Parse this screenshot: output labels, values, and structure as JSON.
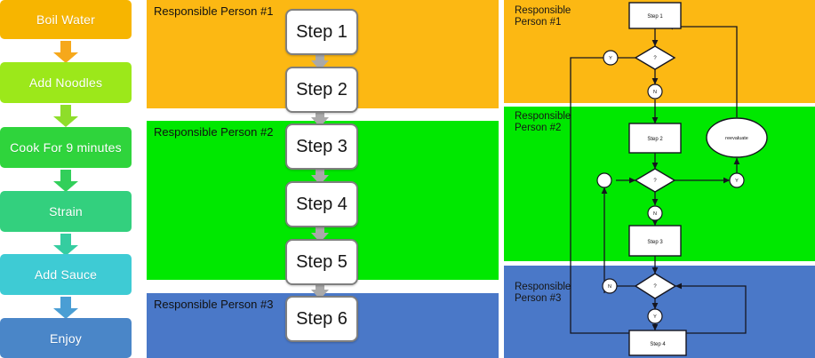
{
  "recipe_flow": {
    "name": "recipe-vertical-flow",
    "steps": [
      {
        "label": "Boil Water",
        "color": "#f7b500",
        "arrow_color": "#f6a81b"
      },
      {
        "label": "Add Noodles",
        "color": "#9ce81a",
        "arrow_color": "#8ede2a"
      },
      {
        "label": "Cook For 9 minutes",
        "color": "#2fd43c",
        "arrow_color": "#32cf5a"
      },
      {
        "label": "Strain",
        "color": "#33d07e",
        "arrow_color": "#35cda0"
      },
      {
        "label": "Add Sauce",
        "color": "#3ecbd4",
        "arrow_color": "#4b9ed4"
      },
      {
        "label": "Enjoy",
        "color": "#4a86c8",
        "arrow_color": "#4a86c8"
      }
    ]
  },
  "swimlane_steps": {
    "name": "swimlane-step-flow",
    "lanes": [
      {
        "label": "Responsible Person #1",
        "color": "#fcb813"
      },
      {
        "label": "Responsible Person #2",
        "color": "#00e800"
      },
      {
        "label": "Responsible Person #3",
        "color": "#4a78c8"
      }
    ],
    "steps": [
      {
        "label": "Step 1",
        "lane": 0
      },
      {
        "label": "Step 2",
        "lane": 0
      },
      {
        "label": "Step 3",
        "lane": 1
      },
      {
        "label": "Step 4",
        "lane": 1
      },
      {
        "label": "Step 5",
        "lane": 1
      },
      {
        "label": "Step 6",
        "lane": 2
      }
    ]
  },
  "decision_flow": {
    "name": "swimlane-decision-flowchart",
    "lanes": [
      {
        "label": "Responsible\nPerson #1",
        "color": "#fcb813"
      },
      {
        "label": "Responsible\nPerson #2",
        "color": "#00e800"
      },
      {
        "label": "Responsible\nPerson #3",
        "color": "#4a78c8"
      }
    ],
    "nodes": [
      {
        "id": "step1",
        "type": "process",
        "label": "Step 1",
        "lane": 0
      },
      {
        "id": "decision1",
        "type": "decision",
        "label": "?",
        "lane": 0
      },
      {
        "id": "d1-yes",
        "type": "connector",
        "label": "Y",
        "lane": 0
      },
      {
        "id": "d1-no",
        "type": "connector",
        "label": "N",
        "lane": 0
      },
      {
        "id": "step2",
        "type": "process",
        "label": "Step 2",
        "lane": 1
      },
      {
        "id": "reevaluate",
        "type": "terminal",
        "label": "reevaluate",
        "lane": 1
      },
      {
        "id": "decision2",
        "type": "decision",
        "label": "?",
        "lane": 1
      },
      {
        "id": "d2-yes",
        "type": "connector",
        "label": "Y",
        "lane": 1
      },
      {
        "id": "d2-no",
        "type": "connector",
        "label": "N",
        "lane": 1
      },
      {
        "id": "merge2",
        "type": "connector",
        "label": "",
        "lane": 1
      },
      {
        "id": "step3",
        "type": "process",
        "label": "Step 3",
        "lane": 1
      },
      {
        "id": "decision3",
        "type": "decision",
        "label": "?",
        "lane": 2
      },
      {
        "id": "d3-no",
        "type": "connector",
        "label": "N",
        "lane": 2
      },
      {
        "id": "d3-yes",
        "type": "connector",
        "label": "Y",
        "lane": 2
      },
      {
        "id": "step4",
        "type": "process",
        "label": "Step 4",
        "lane": 2
      }
    ]
  }
}
